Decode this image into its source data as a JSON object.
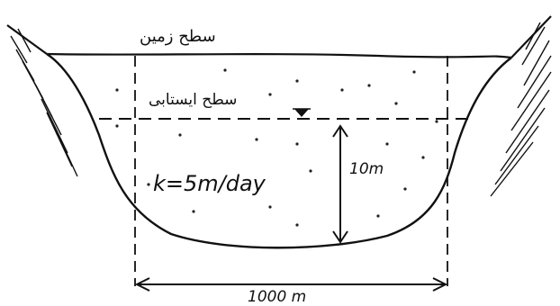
{
  "labels": {
    "ground_surface": "سطح زمین",
    "water_table": "سطح ایستابی",
    "conductivity": "k=5m/day",
    "depth": "10m",
    "width": "1000 m"
  },
  "colors": {
    "ink": "#111111",
    "background": "#ffffff"
  },
  "icons": {
    "water_table_marker": "inverted-triangle"
  }
}
